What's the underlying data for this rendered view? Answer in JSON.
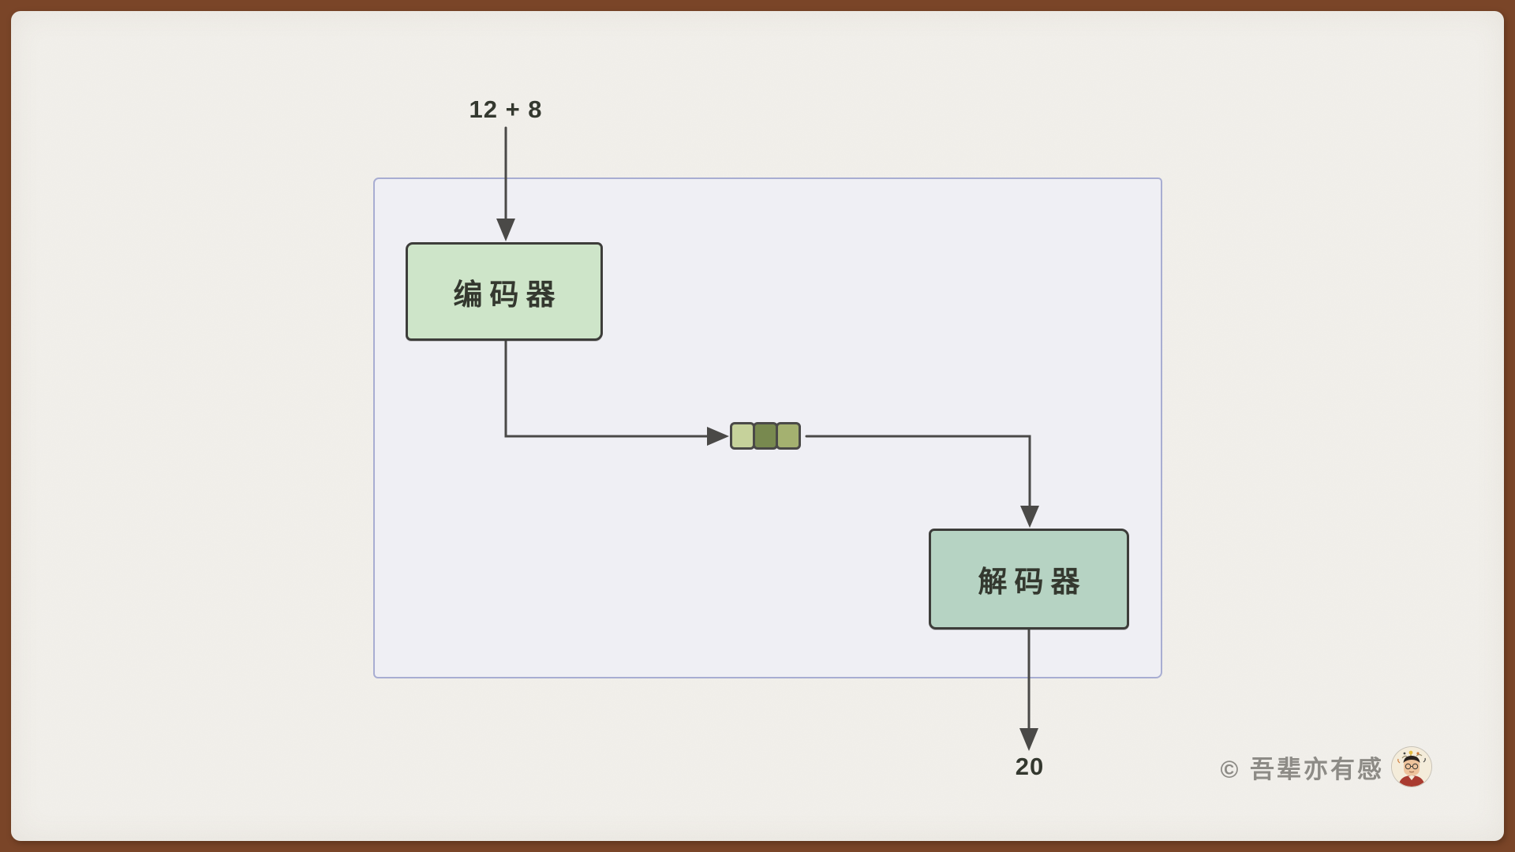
{
  "colors": {
    "frame": "#7a4528",
    "paper": "#f2f0eb",
    "container_fill": "#efeff4",
    "container_border": "#a8add2",
    "encoder_fill": "#cee5c9",
    "decoder_fill": "#b6d3c3",
    "box_border": "#3d3d3a",
    "line": "#4a4947",
    "text": "#34382f",
    "watermark_text": "#8d8b86",
    "token_1": "#c6d29b",
    "token_2": "#78894f",
    "token_3": "#a4b170"
  },
  "diagram": {
    "input_label": "12 + 8",
    "output_label": "20",
    "encoder": {
      "label": "编码器"
    },
    "decoder": {
      "label": "解码器"
    },
    "tokens": {
      "count": 3
    }
  },
  "watermark": {
    "text": "© 吾辈亦有感"
  }
}
